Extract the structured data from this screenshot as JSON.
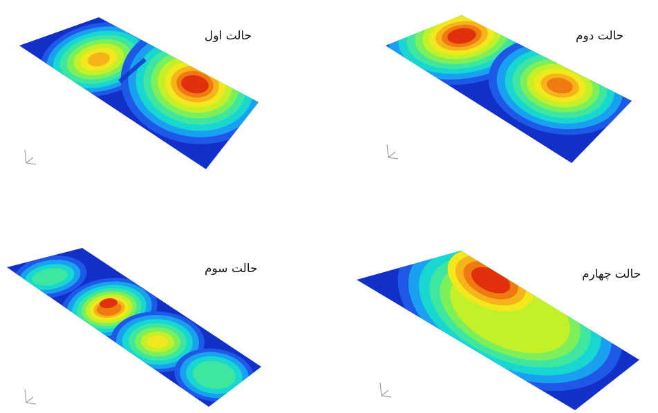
{
  "figure": {
    "panels": [
      {
        "label": "حالت اول"
      },
      {
        "label": "حالت دوم"
      },
      {
        "label": "حالت سوم"
      },
      {
        "label": "حالت چهارم"
      }
    ],
    "colormap": [
      "#1230c8",
      "#1e58e6",
      "#1aa0f0",
      "#18d6d0",
      "#3ee6a0",
      "#7cf05a",
      "#c4f02a",
      "#f2e81e",
      "#f7b31a",
      "#f07a12",
      "#e0300c",
      "#c81008"
    ]
  }
}
